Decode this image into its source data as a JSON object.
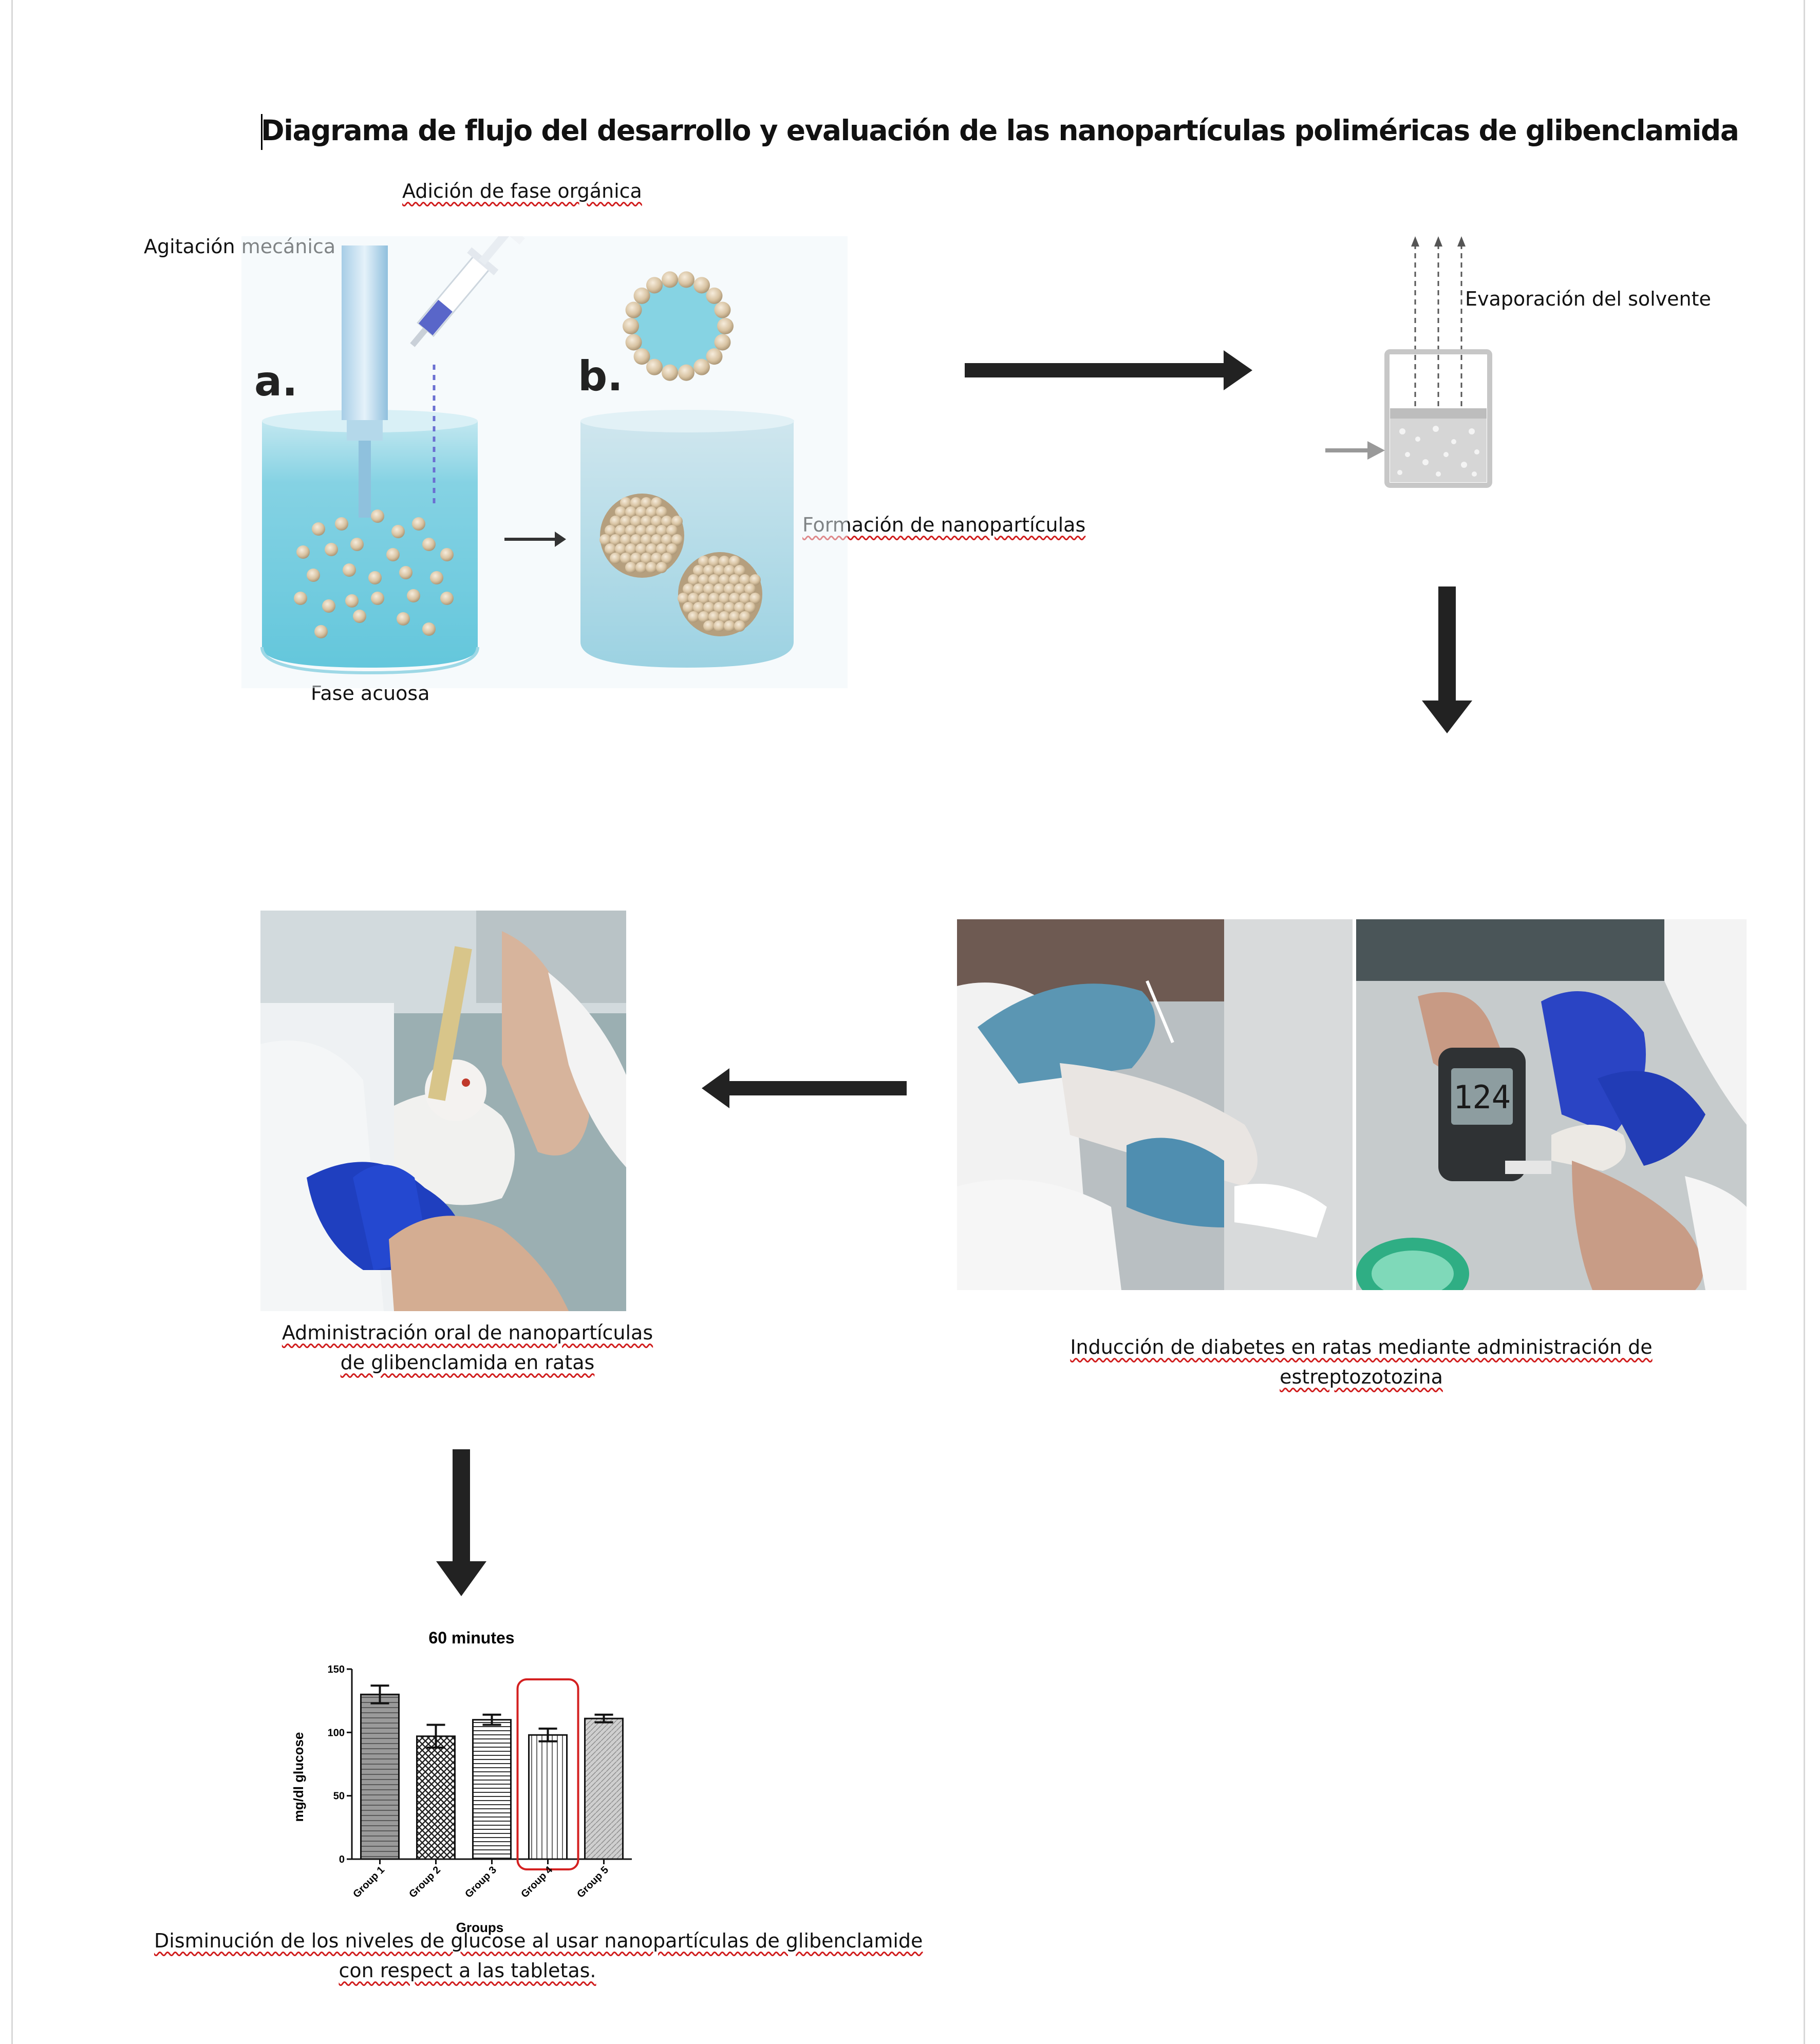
{
  "title": "Diagrama de flujo del desarrollo y evaluación de las nanopartículas poliméricas de glibenclamida",
  "labels": {
    "adicion": "Adición de fase orgánica",
    "agitacion": "Agitación mecánica",
    "fase_acuosa": "Fase acuosa",
    "formacion": "Formación de nanopartículas",
    "evaporacion": "Evaporación del solvente",
    "panel_a": "a.",
    "panel_b": "b.",
    "glucometer": "124"
  },
  "captions": {
    "administracion_l1": "Administración oral de nanopartículas",
    "administracion_l2": "de glibenclamida en ratas",
    "induccion_l1": "Inducción de diabetes en ratas mediante administración de",
    "induccion_l2": "estreptozotozina",
    "disminucion_l1": "Disminución de los niveles de glucose al usar nanopartículas de glibenclamide",
    "disminucion_l2": "con respect a las tabletas."
  },
  "chart_data": {
    "type": "bar",
    "title": "60 minutes",
    "xlabel": "Groups",
    "ylabel": "mg/dl glucose",
    "ylim": [
      0,
      150
    ],
    "yticks": [
      "0",
      "50",
      "100",
      "150"
    ],
    "categories": [
      "Group 1",
      "Group 2",
      "Group 3",
      "Group 4",
      "Group 5"
    ],
    "values": [
      130,
      97,
      110,
      98,
      111
    ],
    "errors": [
      7,
      9,
      4,
      5,
      3
    ],
    "highlighted": "Group 4",
    "highlight_color": "#d42020"
  }
}
